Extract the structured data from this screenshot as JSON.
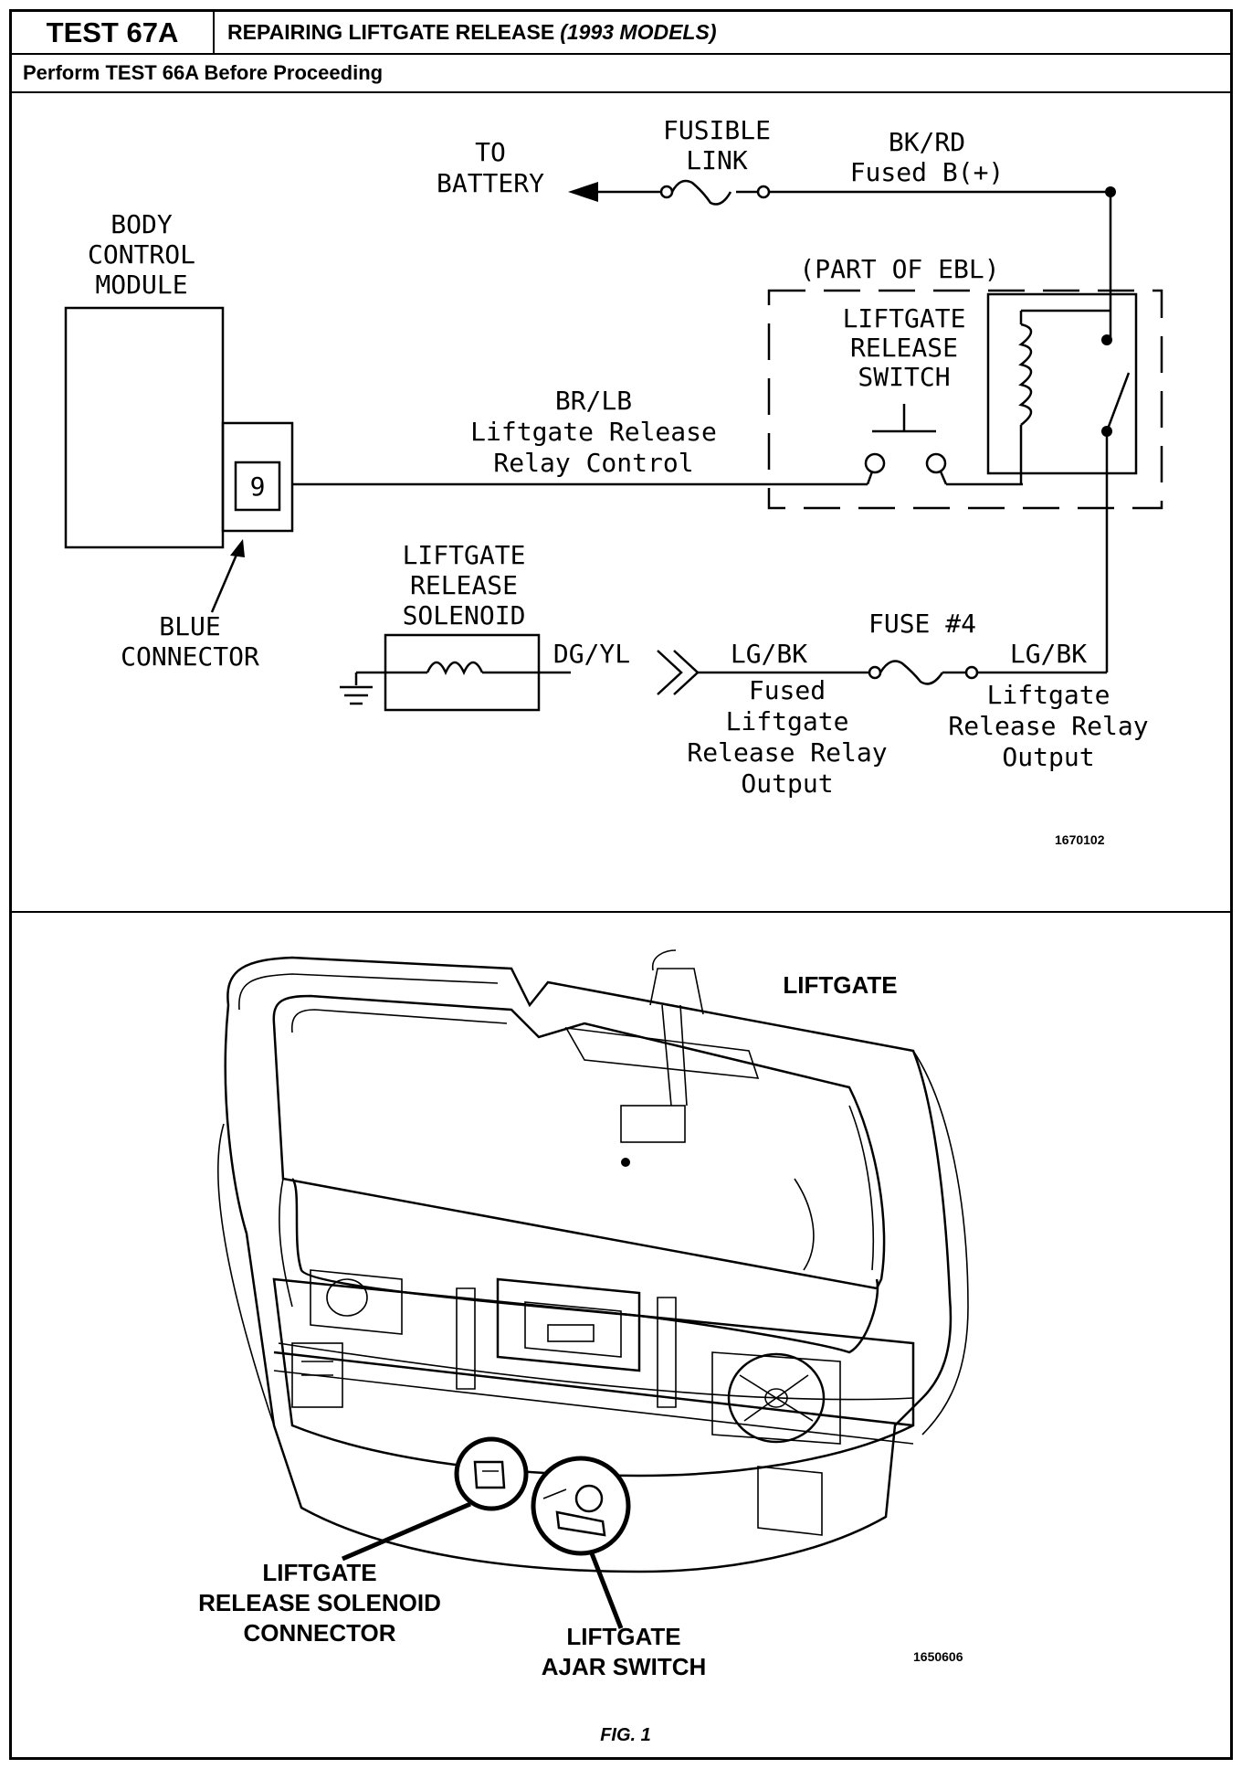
{
  "header": {
    "test_id": "TEST 67A",
    "title": "REPAIRING LIFTGATE RELEASE",
    "title_models": "(1993 MODELS)",
    "prereq": "Perform TEST 66A Before Proceeding"
  },
  "schematic": {
    "battery": [
      "TO",
      "BATTERY"
    ],
    "fusible_link": [
      "FUSIBLE",
      "LINK"
    ],
    "bk_rd": [
      "BK/RD",
      "Fused B(+)"
    ],
    "bcm": [
      "BODY",
      "CONTROL",
      "MODULE"
    ],
    "pin": "9",
    "blue_connector": [
      "BLUE",
      "CONNECTOR"
    ],
    "ebl": "(PART OF EBL)",
    "switch": [
      "LIFTGATE",
      "RELEASE",
      "SWITCH"
    ],
    "br_lb": [
      "BR/LB",
      "Liftgate Release",
      "Relay Control"
    ],
    "solenoid": [
      "LIFTGATE",
      "RELEASE",
      "SOLENOID"
    ],
    "dg_yl": "DG/YL",
    "lg_bk_left": "LG/BK",
    "fused_output": [
      "Fused",
      "Liftgate",
      "Release Relay",
      "Output"
    ],
    "fuse": "FUSE #4",
    "lg_bk_right": "LG/BK",
    "relay_output": [
      "Liftgate",
      "Release Relay",
      "Output"
    ],
    "ref_id": "1670102"
  },
  "illustration": {
    "liftgate": "LIFTGATE",
    "solenoid_connector": [
      "LIFTGATE",
      "RELEASE SOLENOID",
      "CONNECTOR"
    ],
    "ajar_switch": [
      "LIFTGATE",
      "AJAR SWITCH"
    ],
    "ref_id": "1650606",
    "fig": "FIG. 1"
  }
}
